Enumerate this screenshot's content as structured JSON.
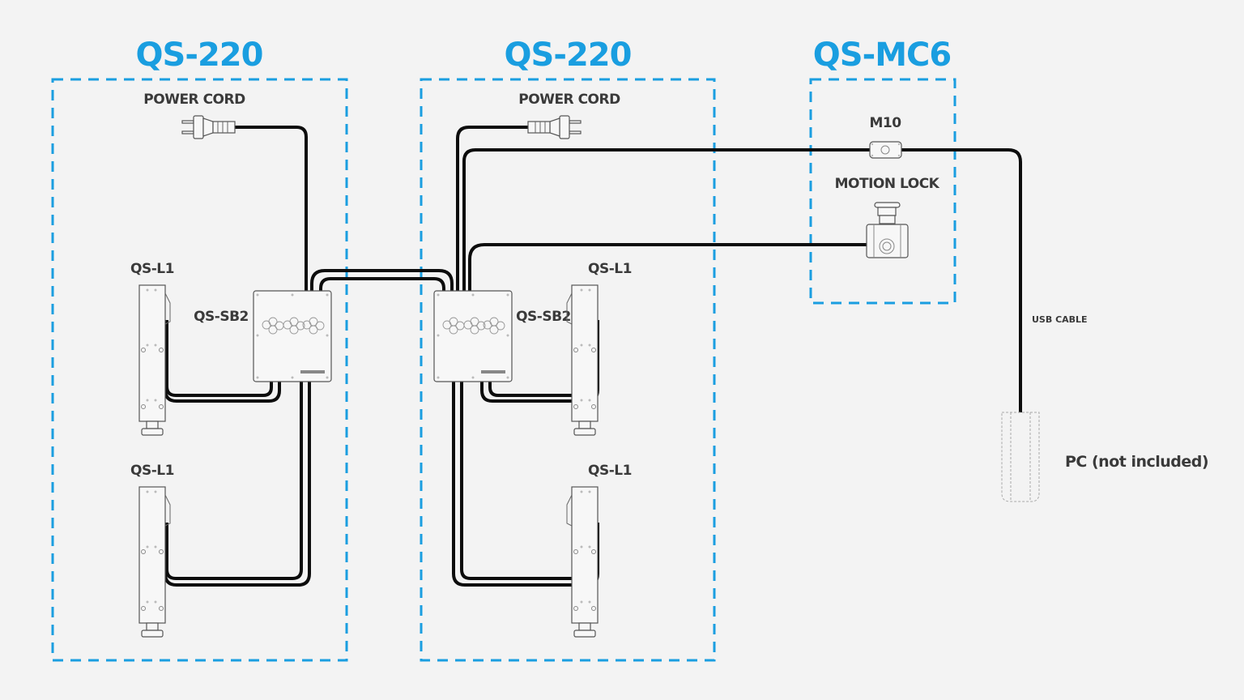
{
  "groups": [
    {
      "title": "QS-220",
      "power_cord": "POWER CORD",
      "controller": "QS-SB2",
      "actuators": [
        "QS-L1",
        "QS-L1"
      ]
    },
    {
      "title": "QS-220",
      "power_cord": "POWER CORD",
      "controller": "QS-SB2",
      "actuators": [
        "QS-L1",
        "QS-L1"
      ]
    },
    {
      "title": "QS-MC6",
      "components": [
        "M10",
        "MOTION LOCK"
      ]
    }
  ],
  "usb_cable": "USB CABLE",
  "pc": "PC (not included)",
  "colors": {
    "accent": "#1a9ee0",
    "background": "#f3f3f3",
    "label": "#3a3a3a",
    "cable": "#0d0d0d"
  }
}
